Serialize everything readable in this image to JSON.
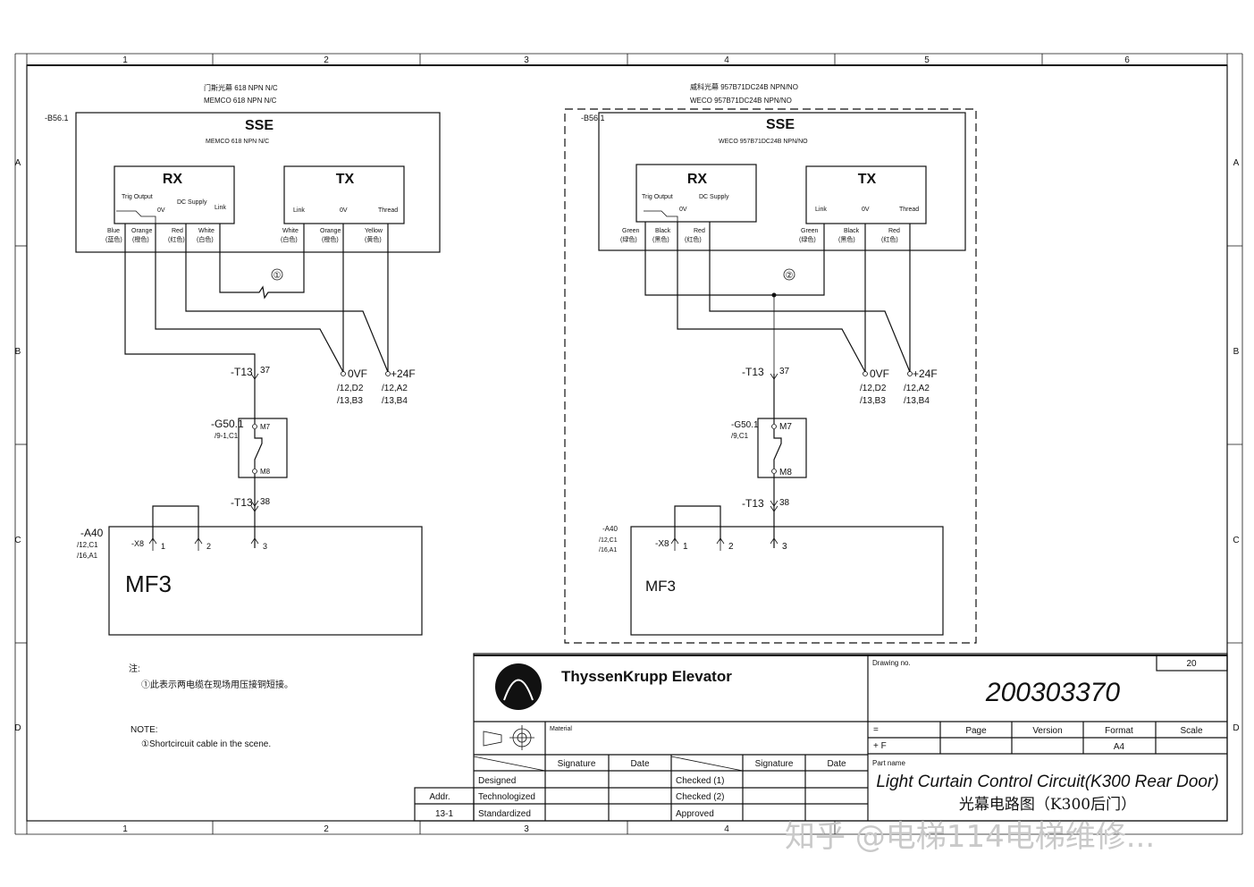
{
  "grid": {
    "columns": [
      "1",
      "2",
      "3",
      "4",
      "5",
      "6"
    ],
    "rows": [
      "A",
      "B",
      "C",
      "D"
    ]
  },
  "left": {
    "note_line1": "门斯光幕 618 NPN N/C",
    "note_line2": "MEMCO 618 NPN N/C",
    "device_tag": "-B56.1",
    "sse_label": "SSE",
    "sse_sub": "MEMCO 618 NPN N/C",
    "rx_label": "RX",
    "tx_label": "TX",
    "rx_terms": [
      "Trig Output",
      "0V",
      "DC Supply",
      "Link"
    ],
    "tx_terms": [
      "Link",
      "0V",
      "Thread"
    ],
    "wires_rx": [
      [
        "Blue",
        "(蓝色)"
      ],
      [
        "Orange",
        "(橙色)"
      ],
      [
        "Red",
        "(红色)"
      ],
      [
        "White",
        "(白色)"
      ]
    ],
    "wires_tx": [
      [
        "White",
        "(白色)"
      ],
      [
        "Orange",
        "(橙色)"
      ],
      [
        "Yellow",
        "(黄色)"
      ]
    ],
    "link_mark": "①",
    "t13_top": "-T13",
    "t13_top_no": "37",
    "t13_bot": "-T13",
    "t13_bot_no": "38",
    "ovf": "0VF",
    "ovf_ref1": "/12,D2",
    "ovf_ref2": "/13,B3",
    "p24f": "+24F",
    "p24f_ref1": "/12,A2",
    "p24f_ref2": "/13,B4",
    "relay_tag": "-G50.1",
    "relay_ref": "/9-1,C1",
    "relay_m7": "M7",
    "relay_m8": "M8",
    "a40_tag": "-A40",
    "a40_ref1": "/12,C1",
    "a40_ref2": "/16,A1",
    "x8": "-X8",
    "pins": [
      "1",
      "2",
      "3"
    ],
    "mf3": "MF3"
  },
  "right": {
    "note_line1": "威科光幕 957B71DC24B NPN/NO",
    "note_line2": "WECO 957B71DC24B NPN/NO",
    "device_tag": "-B56.1",
    "sse_label": "SSE",
    "sse_sub": "WECO 957B71DC24B NPN/NO",
    "rx_label": "RX",
    "tx_label": "TX",
    "rx_terms": [
      "Trig Output",
      "0V",
      "DC Supply"
    ],
    "tx_terms": [
      "Link",
      "0V",
      "Thread"
    ],
    "wires_rx": [
      [
        "Green",
        "(绿色)"
      ],
      [
        "Black",
        "(黑色)"
      ],
      [
        "Red",
        "(红色)"
      ]
    ],
    "wires_tx": [
      [
        "Green",
        "(绿色)"
      ],
      [
        "Black",
        "(黑色)"
      ],
      [
        "Red",
        "(红色)"
      ]
    ],
    "link_mark": "②",
    "t13_top": "-T13",
    "t13_top_no": "37",
    "t13_bot": "-T13",
    "t13_bot_no": "38",
    "ovf": "0VF",
    "ovf_ref1": "/12,D2",
    "ovf_ref2": "/13,B3",
    "p24f": "+24F",
    "p24f_ref1": "/12,A2",
    "p24f_ref2": "/13,B4",
    "relay_tag": "-G50.1",
    "relay_ref": "/9,C1",
    "relay_m7": "M7",
    "relay_m8": "M8",
    "a40_tag": "-A40",
    "a40_ref1": "/12,C1",
    "a40_ref2": "/16,A1",
    "x8": "-X8",
    "pins": [
      "1",
      "2",
      "3"
    ],
    "mf3": "MF3"
  },
  "notes": {
    "cn_heading": "注:",
    "cn_text": "①此表示两电缆在现场用压接铜短接。",
    "en_heading": "NOTE:",
    "en_text": "①Shortcircuit cable in the scene."
  },
  "title_block": {
    "company": "ThyssenKrupp Elevator",
    "drawing_no_label": "Drawing no.",
    "drawing_no": "200303370",
    "sheet_no": "20",
    "material_label": "Material",
    "eq_sign": "=",
    "plus_f": "+ F",
    "page_label": "Page",
    "version_label": "Version",
    "format_label": "Format",
    "format_value": "A4",
    "scale_label": "Scale",
    "signature_label": "Signature",
    "date_label": "Date",
    "designed": "Designed",
    "technologized": "Technologized",
    "standardized": "Standardized",
    "checked1": "Checked (1)",
    "checked2": "Checked (2)",
    "approved": "Approved",
    "addr_label": "Addr.",
    "addr_value": "13-1",
    "part_name_label": "Part name",
    "title_en": "Light Curtain Control Circuit(K300 Rear Door)",
    "title_cn": "光幕电路图（K300后门）"
  },
  "watermark": "知乎 @电梯114电梯维修..."
}
